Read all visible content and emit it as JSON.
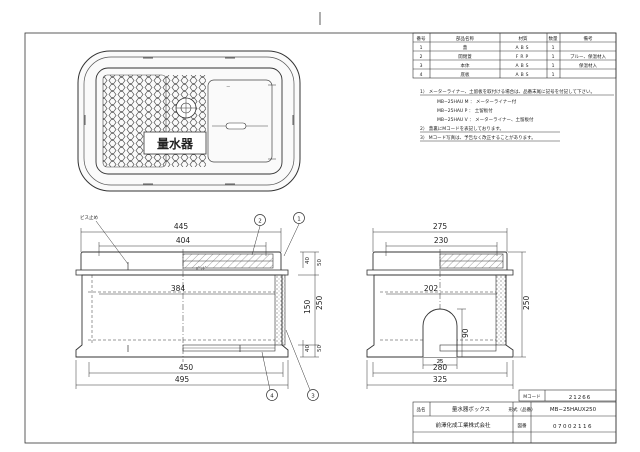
{
  "parts_table": {
    "headers": [
      "番号",
      "部品名称",
      "材質",
      "数量",
      "備考"
    ],
    "rows": [
      {
        "no": "1",
        "name": "蓋",
        "material": "ABS",
        "qty": "1",
        "note": ""
      },
      {
        "no": "2",
        "name": "開閉蓋",
        "material": "FRP",
        "qty": "1",
        "note": "ブルー、保温材入"
      },
      {
        "no": "3",
        "name": "本体",
        "material": "ABS",
        "qty": "1",
        "note": "保温材入"
      },
      {
        "no": "4",
        "name": "底板",
        "material": "ABS",
        "qty": "1",
        "note": ""
      }
    ]
  },
  "notes": [
    "1） メーターライナー、土留板を取付ける場合は、品番末尾に記号を付記して下さい。",
    "MB−25HAU M ： メーターライナー付",
    "MB−25HAU P ： 土留板付",
    "MB−25HAU V ： メーターライナー、土留板付",
    "2） 蓋裏にMコードを表記しております。",
    "3） Mコード写真は、予告なく改正することがあります。"
  ],
  "lid_label": "量水器",
  "callouts": [
    "1",
    "2",
    "3",
    "4"
  ],
  "screw_label": "ビス止め",
  "pad_label": "ﾊﾟｯﾄﾞ",
  "dimensions": {
    "front": {
      "top_outer": "445",
      "top_inner": "404",
      "inner_mid": "384",
      "bottom_inner": "450",
      "bottom_outer": "495",
      "h40a": "40",
      "h50a": "50",
      "h250": "250",
      "h150": "150",
      "h40b": "40",
      "h50b": "50"
    },
    "side": {
      "top_outer": "275",
      "top_inner": "230",
      "mid": "202",
      "bottom_inner": "280",
      "bottom_outer": "325",
      "h250": "250",
      "h90": "90",
      "h25": "25"
    }
  },
  "title_block": {
    "mcode_label": "Mコード",
    "mcode_value": "21266",
    "name_label": "品名",
    "name_value": "量水器ボックス",
    "model_label": "形式（品番）",
    "model_value": "MB−25HAUX250",
    "company": "前澤化成工業株式会社",
    "drawing_no_label": "図番",
    "drawing_no_value": "07002116"
  }
}
